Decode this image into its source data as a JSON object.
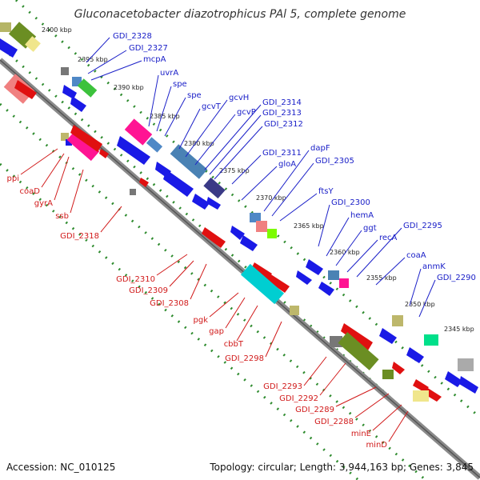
{
  "title": "Gluconacetobacter diazotrophicus PAl 5, complete genome",
  "footer": {
    "accession": "Accession: NC_010125",
    "summary": "Topology: circular; Length: 3,944,163 bp; Genes: 3,845"
  },
  "colors": {
    "forward_label": "#1b20c8",
    "reverse_label": "#d11a1a",
    "backbone": "#808080",
    "tick_dots": "#2e8b2e"
  },
  "kbp_ticks": [
    "2400 kbp",
    "2395 kbp",
    "2390 kbp",
    "2385 kbp",
    "2380 kbp",
    "2375 kbp",
    "2370 kbp",
    "2365 kbp",
    "2360 kbp",
    "2355 kbp",
    "2350 kbp",
    "2345 kbp"
  ],
  "forward_labels": [
    "GDI_2328",
    "GDI_2327",
    "mcpA",
    "uvrA",
    "spe",
    "spe",
    "gcvT",
    "gcvH",
    "gcvP",
    "GDI_2314",
    "GDI_2313",
    "GDI_2312",
    "GDI_2311",
    "gloA",
    "dapF",
    "GDI_2305",
    "ftsY",
    "GDI_2300",
    "hemA",
    "ggt",
    "recA",
    "GDI_2295",
    "coaA",
    "anmK",
    "GDI_2290"
  ],
  "reverse_labels": [
    "ppi",
    "coaD",
    "gyrA",
    "ssb",
    "GDI_2318",
    "GDI_2310",
    "GDI_2309",
    "GDI_2308",
    "pgk",
    "gap",
    "cbbT",
    "GDI_2298",
    "GDI_2293",
    "GDI_2292",
    "GDI_2289",
    "GDI_2288",
    "minE",
    "minD"
  ]
}
